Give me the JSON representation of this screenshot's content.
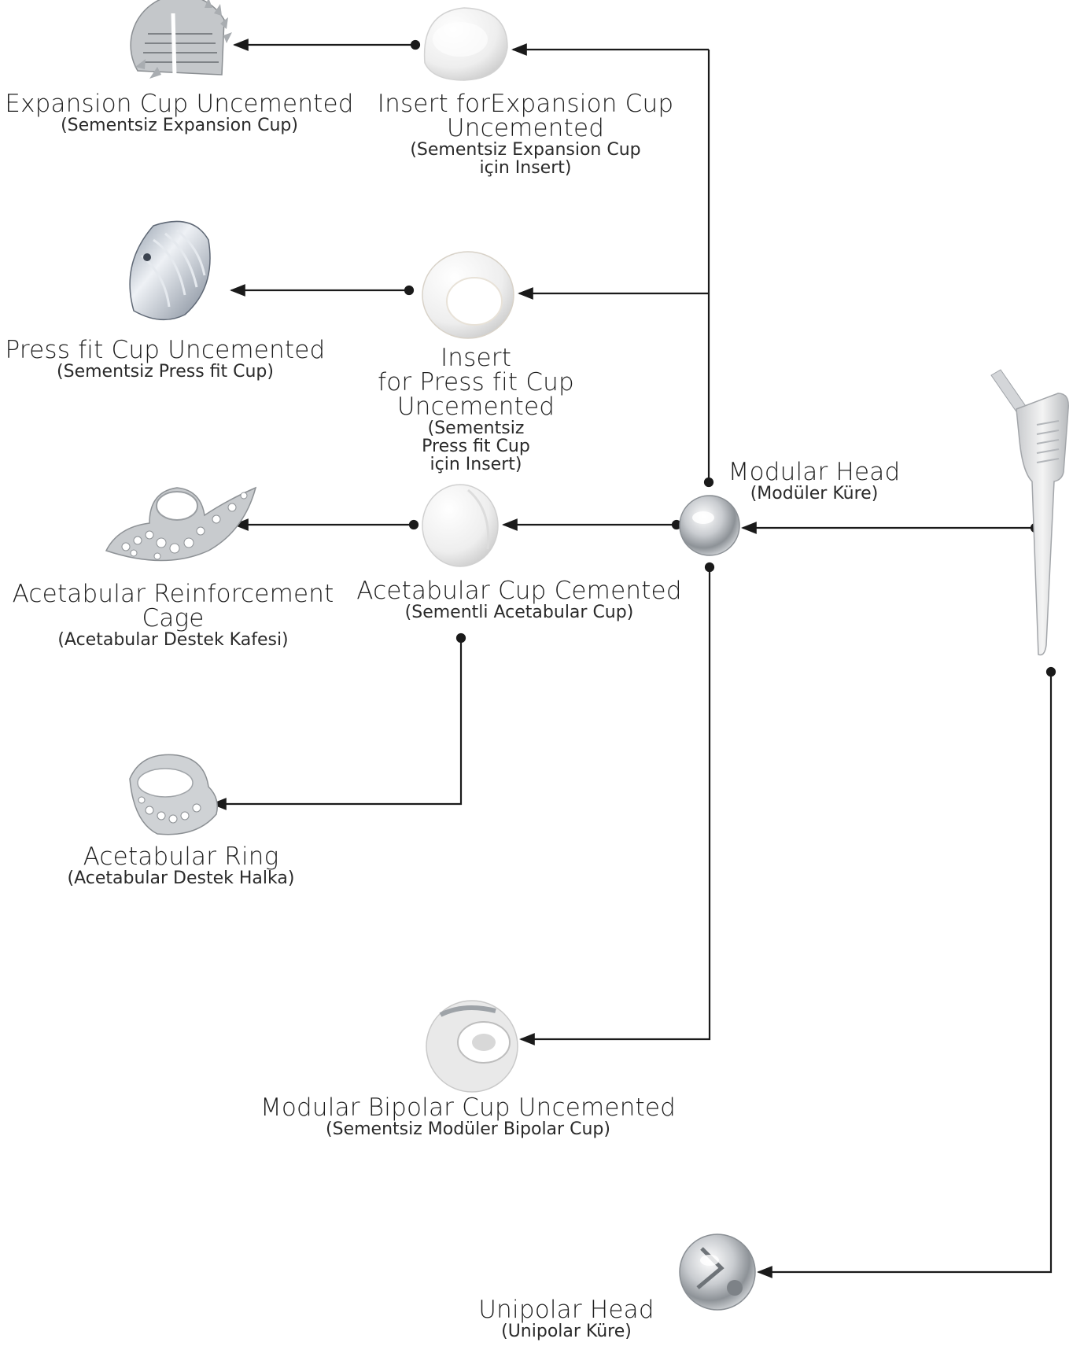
{
  "components": {
    "expansion_cup": {
      "name": "Expansion Cup Uncemented",
      "sub": "(Sementsiz Expansion Cup)"
    },
    "insert_expansion": {
      "name_1": "Insert forExpansion Cup",
      "name_2": "Uncemented",
      "sub_1": "(Sementsiz Expansion Cup",
      "sub_2": "için Insert)"
    },
    "press_fit_cup": {
      "name": "Press fit Cup Uncemented",
      "sub": "(Sementsiz Press fit Cup)"
    },
    "insert_press_fit": {
      "name_1": "Insert",
      "name_2": "for Press fit Cup",
      "name_3": "Uncemented",
      "sub_1": "(Sementsiz",
      "sub_2": "Press fit Cup",
      "sub_3": "için Insert)"
    },
    "modular_head": {
      "name": "Modular Head",
      "sub": "(Modüler Küre)"
    },
    "reinforcement_cage": {
      "name_1": "Acetabular Reinforcement",
      "name_2": "Cage",
      "sub": "(Acetabular Destek Kafesi)"
    },
    "cup_cemented": {
      "name": "Acetabular Cup Cemented",
      "sub": "(Sementli Acetabular Cup)"
    },
    "acetabular_ring": {
      "name": "Acetabular Ring",
      "sub": "(Acetabular Destek Halka)"
    },
    "bipolar_cup": {
      "name": "Modular Bipolar Cup Uncemented",
      "sub": "(Sementsiz Modüler Bipolar Cup)"
    },
    "unipolar_head": {
      "name": "Unipolar Head",
      "sub": "(Unipolar Küre)"
    }
  },
  "colors": {
    "line": "#1a1a1a",
    "metal": "#bfc3c7",
    "poly": "#f2f2f2"
  }
}
